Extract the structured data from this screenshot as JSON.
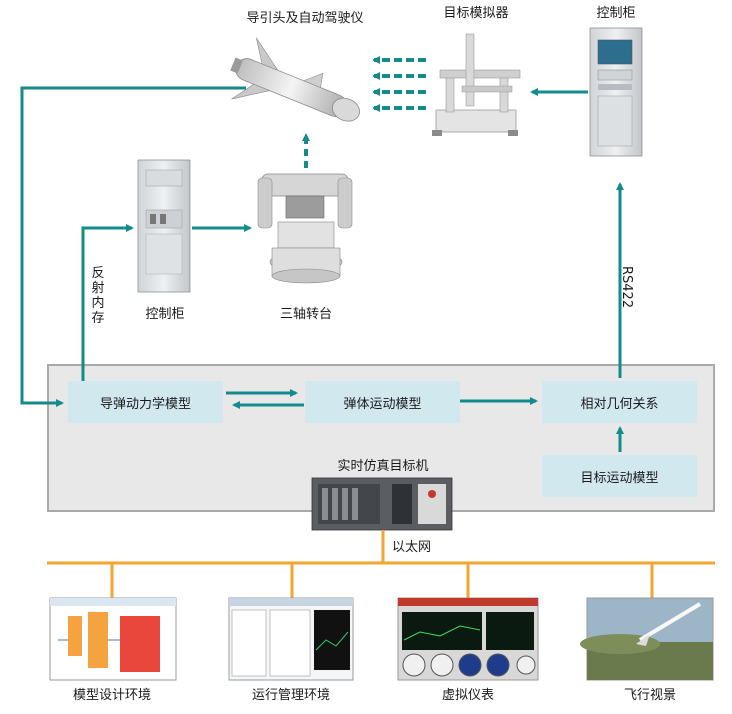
{
  "top_labels": {
    "seeker": "导引头及自动驾驶仪",
    "target_simulator": "目标模拟器",
    "control_cabinet_right": "控制柜"
  },
  "mid_labels": {
    "control_cabinet_left": "控制柜",
    "three_axis_table": "三轴转台",
    "reflective_memory": "反射内存",
    "rs422": "RS422"
  },
  "panel": {
    "title": "实时仿真目标机",
    "boxes": {
      "missile_dynamics": "导弹动力学模型",
      "missile_motion": "弹体运动模型",
      "relative_geometry": "相对几何关系",
      "target_motion": "目标运动模型"
    }
  },
  "network": {
    "label": "以太网"
  },
  "bottom_items": [
    {
      "label": "模型设计环境"
    },
    {
      "label": "运行管理环境"
    },
    {
      "label": "虚拟仪表"
    },
    {
      "label": "飞行视景"
    }
  ],
  "colors": {
    "teal": "#138b8c",
    "orange": "#f2a531",
    "box_fill": "#d2e8ef",
    "panel_fill": "#e8e8e8"
  }
}
